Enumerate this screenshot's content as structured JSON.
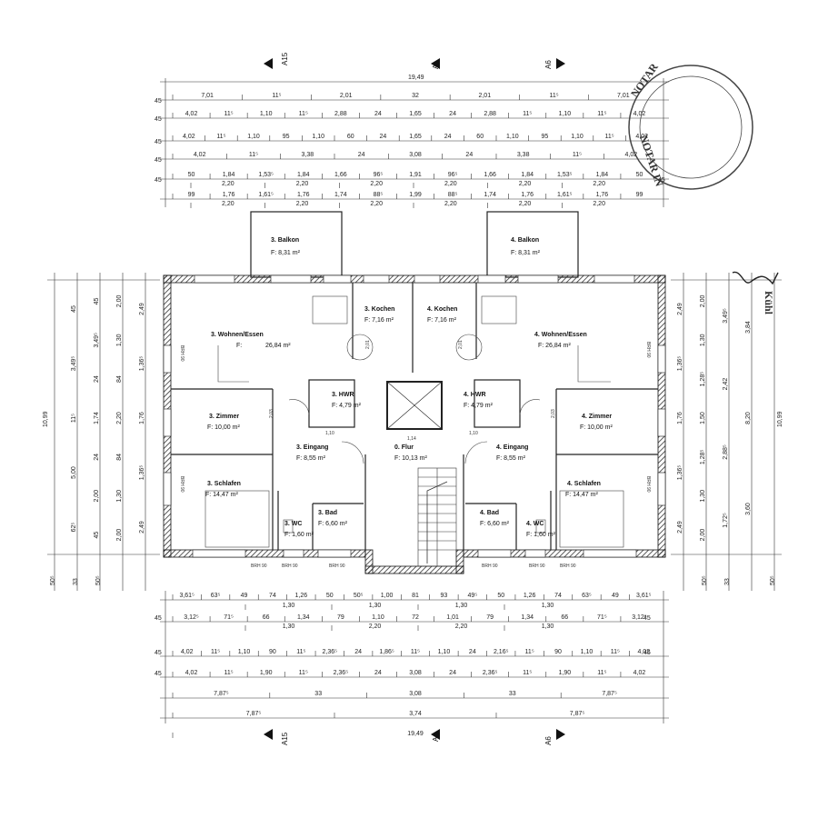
{
  "section_markers": {
    "left": "A15",
    "mid": "A",
    "right": "A6"
  },
  "overall": {
    "width": "19,49",
    "depth": "10,99"
  },
  "top_dims": {
    "row1": [
      "7,01",
      "11⁵",
      "2,01",
      "32",
      "2,01",
      "11⁵",
      "7,01"
    ],
    "row2": [
      "4,02",
      "11⁵",
      "1,10",
      "11⁵",
      "2,88",
      "24",
      "1,65",
      "24",
      "2,88",
      "11⁵",
      "1,10",
      "11⁵",
      "4,02"
    ],
    "row3": [
      "4,02",
      "11⁵",
      "1,10",
      "95",
      "1,10",
      "60",
      "24",
      "1,65",
      "24",
      "60",
      "1,10",
      "95",
      "1,10",
      "11⁵",
      "4,02"
    ],
    "row4": [
      "4,02",
      "11⁵",
      "3,38",
      "24",
      "3,08",
      "24",
      "3,38",
      "11⁵",
      "4,02"
    ],
    "row5": [
      "50",
      "1,84",
      "1,53⁵",
      "1,84",
      "1,66",
      "96⁵",
      "1,91",
      "96⁵",
      "1,66",
      "1,84",
      "1,53⁵",
      "1,84",
      "50"
    ],
    "row5_sub": [
      "2,20",
      "2,20",
      "2,20",
      "2,20",
      "2,20",
      "2,20"
    ],
    "row6": [
      "99",
      "1,76",
      "1,61⁵",
      "1,76",
      "1,74",
      "88⁵",
      "1,99",
      "88⁵",
      "1,74",
      "1,76",
      "1,61⁵",
      "1,76",
      "99"
    ],
    "row6_sub": [
      "2,20",
      "2,20",
      "2,20",
      "2,20",
      "2,20",
      "2,20"
    ],
    "edge": "45"
  },
  "bottom_dims": {
    "row1": [
      "3,61⁵",
      "63⁵",
      "49",
      "74",
      "1,26",
      "50",
      "50⁵",
      "1,00",
      "81",
      "93",
      "49⁵",
      "50",
      "1,26",
      "74",
      "63⁵",
      "49",
      "3,61⁵"
    ],
    "row1_sub": [
      "1,30",
      "1,30",
      "1,30",
      "1,30"
    ],
    "row2": [
      "3,12⁵",
      "71⁵",
      "66",
      "1,34",
      "79",
      "1,10",
      "72",
      "1,01",
      "79",
      "1,34",
      "66",
      "71⁵",
      "3,12⁵"
    ],
    "row2_sub": [
      "1,30",
      "2,20",
      "2,20",
      "1,30"
    ],
    "row3": [
      "4,02",
      "11⁵",
      "1,10",
      "90",
      "11⁵",
      "2,36⁵",
      "24",
      "1,86⁵",
      "11⁵",
      "1,10",
      "24",
      "2,16⁵",
      "11⁵",
      "90",
      "1,10",
      "11⁵",
      "4,02"
    ],
    "row4": [
      "4,02",
      "11⁵",
      "1,90",
      "11⁵",
      "2,36⁵",
      "24",
      "3,08",
      "24",
      "2,36⁵",
      "11⁵",
      "1,90",
      "11⁵",
      "4,02"
    ],
    "row5": [
      "7,87⁵",
      "33",
      "3,08",
      "33",
      "7,87⁵"
    ],
    "row6": [
      "7,87⁵",
      "3,74",
      "7,87⁵"
    ],
    "row7": [
      "19,49"
    ],
    "edge": "45"
  },
  "side_dims": {
    "left_outer": [
      "45",
      "3,49⁵",
      "11⁵",
      "5,00",
      "62⁵"
    ],
    "left_mid": [
      "45",
      "3,49⁵",
      "24",
      "1,74",
      "24",
      "2,00",
      "45"
    ],
    "left_inner": [
      "2,00",
      "1,30",
      "84",
      "2,20",
      "84",
      "1,30",
      "2,00"
    ],
    "left_wall": [
      "2,49",
      "1,36⁵",
      "1,76",
      "1,36⁵",
      "2,49"
    ],
    "right_wall": [
      "2,49",
      "1,36⁵",
      "1,76",
      "1,36⁵",
      "2,49"
    ],
    "right_inner": [
      "2,00",
      "1,30",
      "1,28⁵",
      "1,50",
      "1,28⁵",
      "1,30",
      "2,00"
    ],
    "right_mid": [
      "3,49⁵",
      "2,42",
      "2,88⁵",
      "1,72⁵"
    ],
    "right_outer": [
      "3,84",
      "8,20",
      "3,60"
    ],
    "bottom_edge": [
      "50⁵",
      "33",
      "50⁵"
    ]
  },
  "rooms": [
    {
      "name": "3. Balkon",
      "area": "F: 8,31 m²"
    },
    {
      "name": "4. Balkon",
      "area": "F: 8,31 m²"
    },
    {
      "name": "3. Wohnen/Essen",
      "area_prefix": "F:",
      "area": "26,84 m²"
    },
    {
      "name": "3. Kochen",
      "area": "F: 7,16 m²"
    },
    {
      "name": "4. Kochen",
      "area": "F: 7,16 m²"
    },
    {
      "name": "4. Wohnen/Essen",
      "area": "F: 26,84 m²"
    },
    {
      "name": "3. HWR",
      "area": "F: 4,79 m²"
    },
    {
      "name": "4. HWR",
      "area": "F: 4,79 m²"
    },
    {
      "name": "3. Zimmer",
      "area": "F: 10,00 m²"
    },
    {
      "name": "4. Zimmer",
      "area": "F: 10,00 m²"
    },
    {
      "name": "3. Eingang",
      "area": "F: 8,55 m²"
    },
    {
      "name": "0. Flur",
      "area": "F: 10,13 m²"
    },
    {
      "name": "4. Eingang",
      "area": "F: 8,55 m²"
    },
    {
      "name": "3. Schlafen",
      "area": "F: 14,47 m²"
    },
    {
      "name": "4. Schlafen",
      "area": "F: 14,47 m²"
    },
    {
      "name": "3. Bad",
      "area": "F: 6,60 m²"
    },
    {
      "name": "4. Bad",
      "area": "F: 6,60 m²"
    },
    {
      "name": "3. WC",
      "area": "F: 1,60 m²"
    },
    {
      "name": "4. WC",
      "area": "F: 1,60 m²"
    }
  ],
  "notes": {
    "brh": "BRH 90",
    "stair_step": "1,14",
    "door_a": "2,01",
    "door_b": "2,03",
    "wc_door": "1,10"
  },
  "stamp": {
    "text_top": "NOTAR",
    "text_side": "NOTAR IN",
    "signature": "Kühl"
  }
}
